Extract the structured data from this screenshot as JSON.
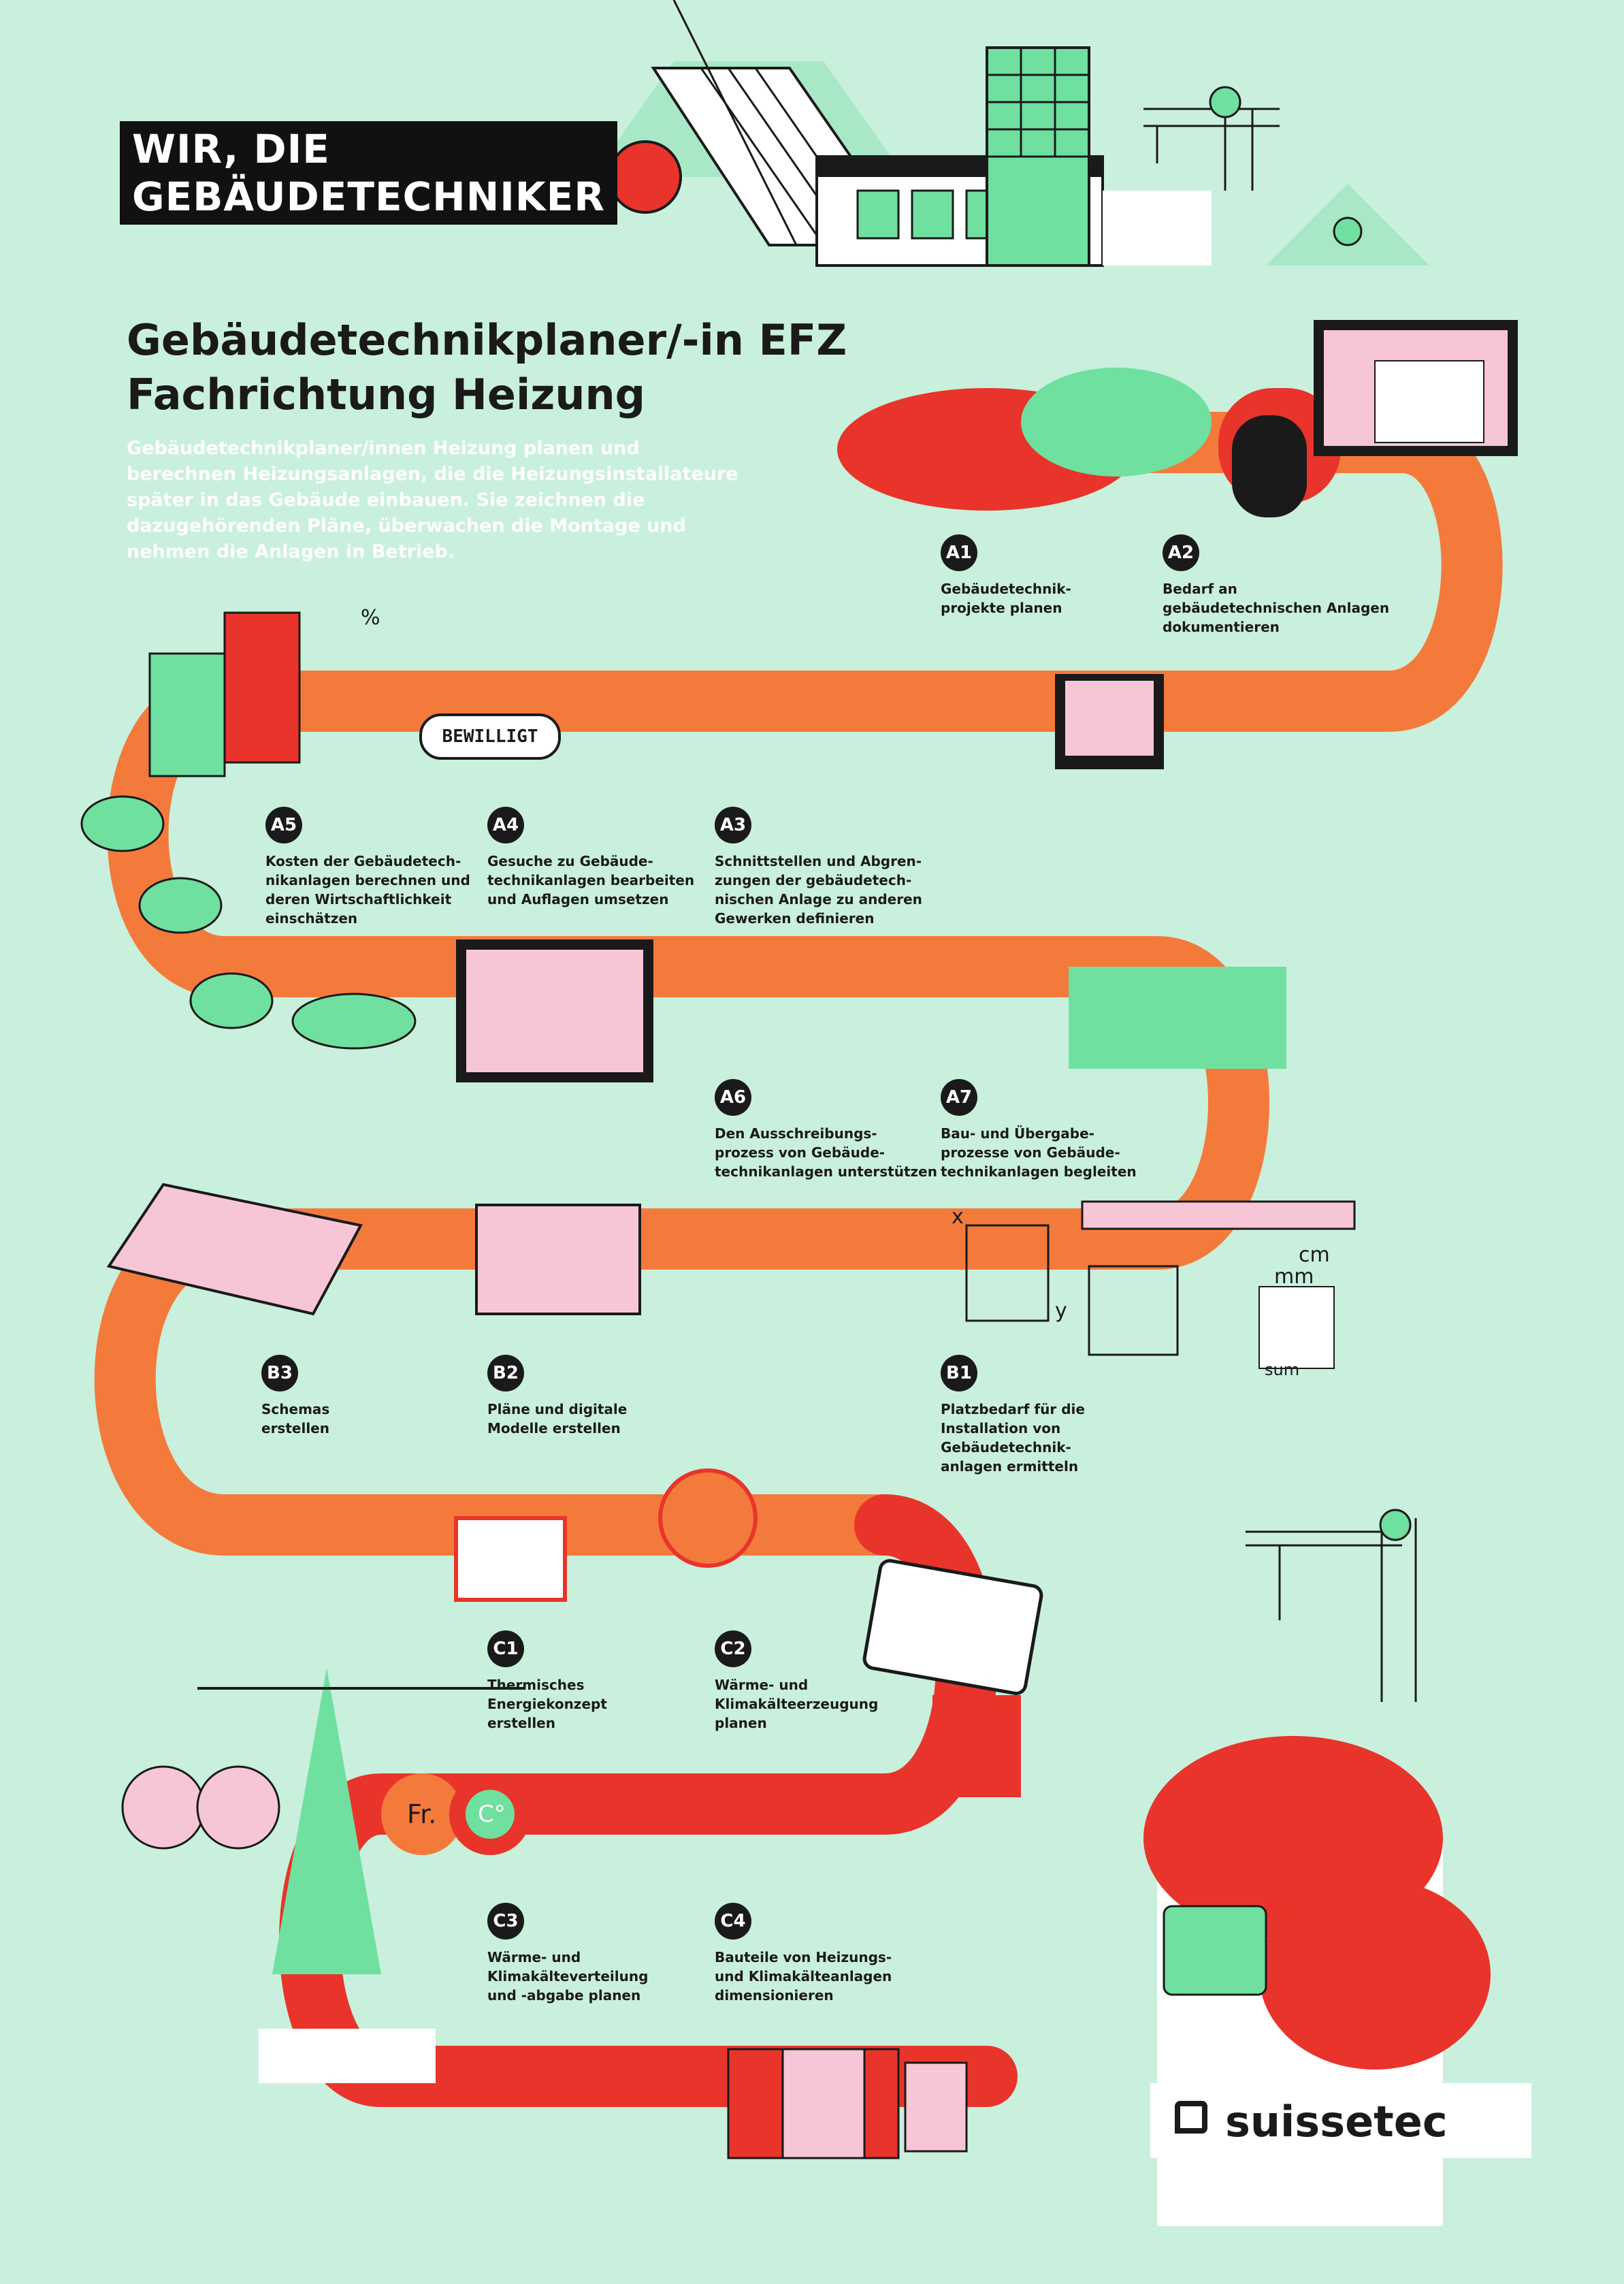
{
  "badge": {
    "line1": "WIR, DIE",
    "line2": "GEBÄUDETECHNIKER"
  },
  "title": {
    "line1": "Gebäudetechnikplaner/-in EFZ",
    "line2": "Fachrichtung Heizung"
  },
  "intro": "Gebäudetechnikplaner/innen Heizung planen und berechnen Heizungsanlagen, die die Heizungsinstallateure später in das Gebäude einbauen. Sie zeichnen die dazugehörenden Pläne, überwachen die Montage und nehmen die Anlagen in Betrieb.",
  "steps": [
    {
      "code": "A1",
      "text": "Gebäudetechnik-\nprojekte planen"
    },
    {
      "code": "A2",
      "text": "Bedarf an\ngebäudetechnischen Anlagen\ndokumentieren"
    },
    {
      "code": "A3",
      "text": "Schnittstellen und Abgren-\nzungen der gebäudetech-\nnischen Anlage zu anderen\nGewerken definieren"
    },
    {
      "code": "A4",
      "text": "Gesuche zu Gebäude-\ntechnikanlagen bearbeiten\nund Auflagen umsetzen"
    },
    {
      "code": "A5",
      "text": "Kosten der Gebäudetech-\nnikanlagen berechnen und\nderen Wirtschaftlichkeit\neinschätzen"
    },
    {
      "code": "A6",
      "text": "Den Ausschreibungs-\nprozess von Gebäude-\ntechnikanlagen unterstützen"
    },
    {
      "code": "A7",
      "text": "Bau- und Übergabe-\nprozesse von Gebäude-\ntechnikanlagen begleiten"
    },
    {
      "code": "B1",
      "text": "Platzbedarf für die\nInstallation von\nGebäudetechnik-\nanlagen ermitteln"
    },
    {
      "code": "B2",
      "text": "Pläne und digitale\nModelle erstellen"
    },
    {
      "code": "B3",
      "text": "Schemas\nerstellen"
    },
    {
      "code": "C1",
      "text": "Thermisches\nEnergiekonzept\nerstellen"
    },
    {
      "code": "C2",
      "text": "Wärme- und\nKlimakälteerzeugung\nplanen"
    },
    {
      "code": "C3",
      "text": "Wärme- und\nKlimakälteverteilung\nund -abgabe planen"
    },
    {
      "code": "C4",
      "text": "Bauteile von Heizungs-\nund Klimakälteanlagen\ndimensionieren"
    }
  ],
  "illustration_labels": {
    "stamp": "BEWILLIGT",
    "currency": "Fr.",
    "degree": "C°",
    "cm": "cm",
    "mm": "mm",
    "sum": "sum",
    "axis_x": "x",
    "axis_y": "y",
    "percent": "%"
  },
  "brand": {
    "name": "suissetec"
  },
  "colors": {
    "background": "#c9f0dc",
    "path_orange": "#f47a3c",
    "red": "#e8342a",
    "green": "#6fe0a0",
    "pink": "#f7c6d6",
    "dark": "#1a1a1a",
    "white": "#ffffff"
  }
}
